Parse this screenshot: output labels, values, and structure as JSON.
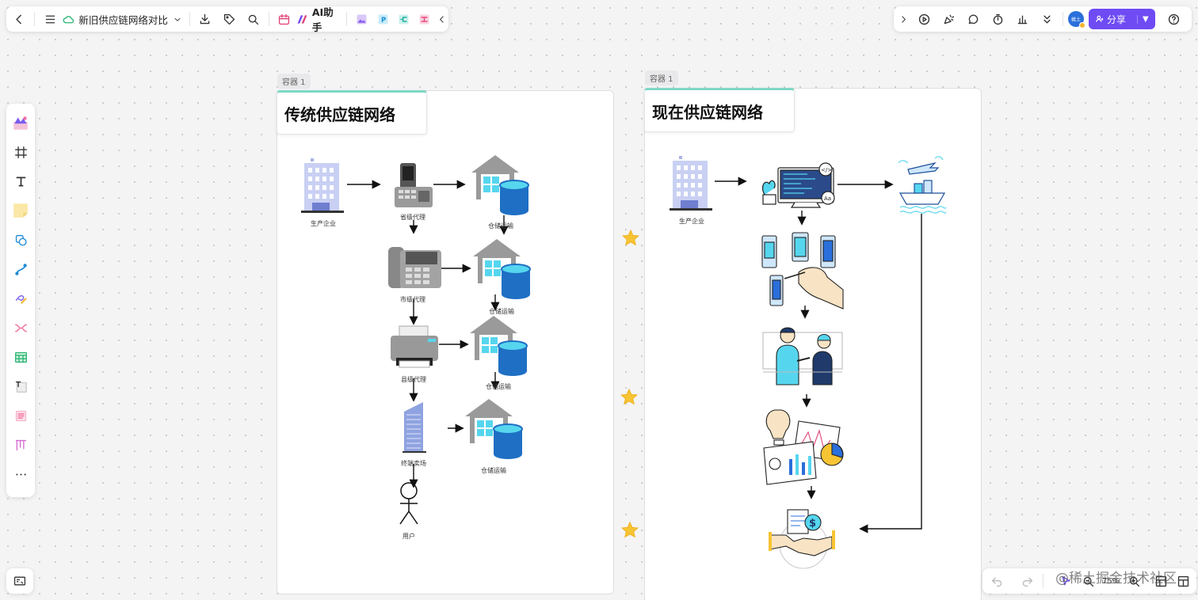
{
  "toolbar": {
    "doc_title": "新旧供应链网络对比",
    "ai_label": "AI助手",
    "share_label": "分享",
    "avatar_text": "稀土"
  },
  "containers": [
    {
      "tag": "容器 1",
      "title": "传统供应链网络"
    },
    {
      "tag": "容器 1",
      "title": "现在供应链网络"
    }
  ],
  "traditional": {
    "producer": "生产企业",
    "agents": [
      "省级代理",
      "市级代理",
      "县级代理",
      "终端卖场"
    ],
    "warehouse": "仓储运输",
    "user": "用户"
  },
  "modern": {
    "producer": "生产企业"
  },
  "zoom": {
    "level": "75%"
  },
  "watermark": "@稀土掘金技术社区",
  "colors": {
    "accent": "#6e4bf3",
    "container_accent": "#7fd8c4",
    "star": "#f7c433",
    "building": "#aab4e8",
    "cylinder": "#1f6fc4",
    "cyan": "#56d6ee"
  }
}
